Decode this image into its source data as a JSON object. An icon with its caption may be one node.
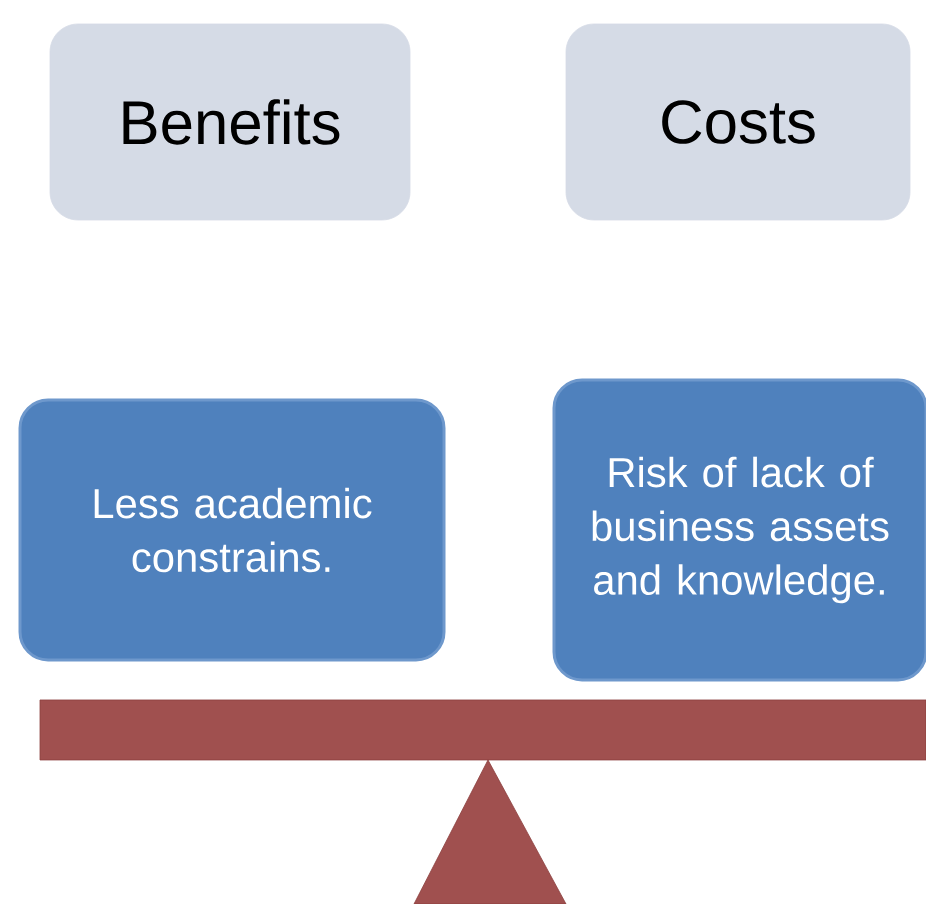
{
  "diagram": {
    "nodes": [
      {
        "text": [
          "Benefits"
        ]
      },
      {
        "text": [
          "Costs"
        ]
      },
      {
        "text": [
          "Less academic constrains."
        ]
      },
      {
        "text": [
          "Risk of lack of business assets and knowledge."
        ]
      }
    ],
    "edges": []
  }
}
